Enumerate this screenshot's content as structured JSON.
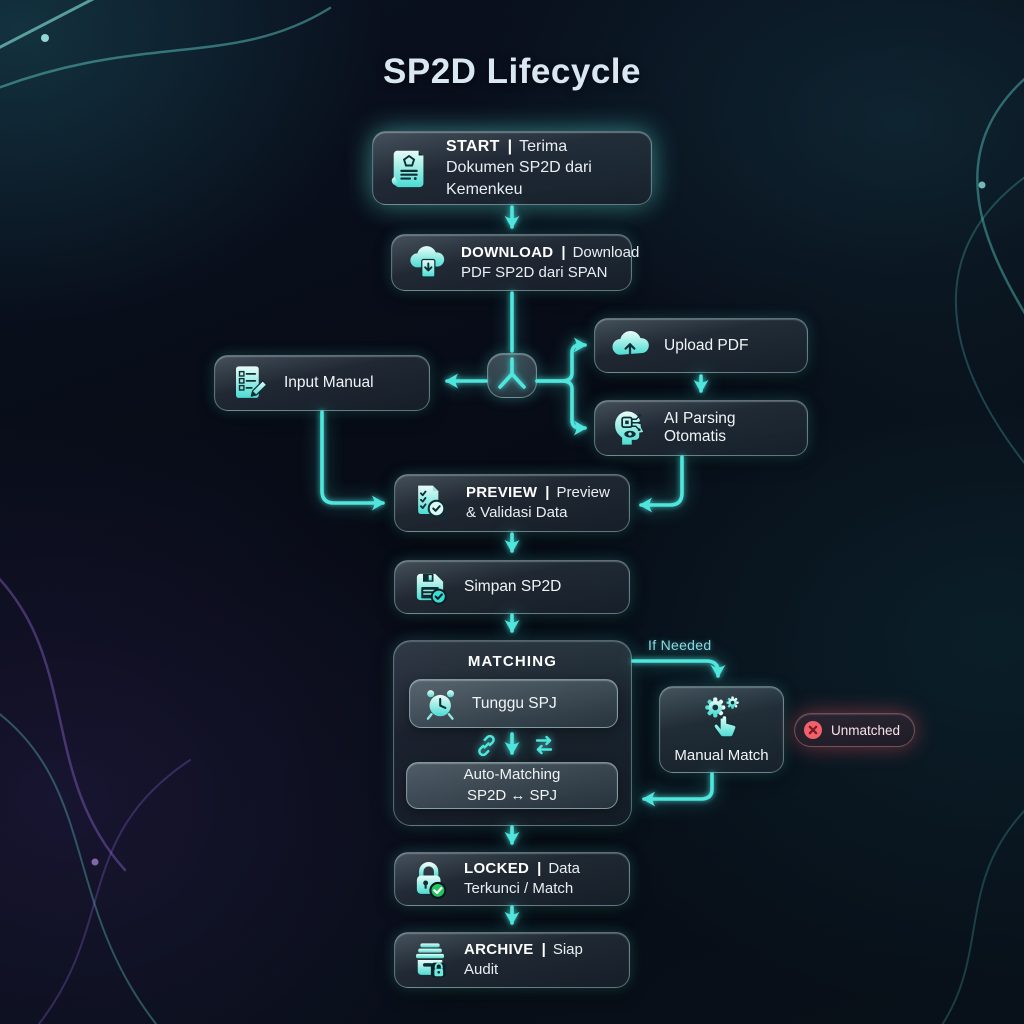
{
  "page": {
    "title": "SP2D Lifecycle"
  },
  "ui": {
    "pipe": "|"
  },
  "colors": {
    "accent": "#4ee6dd",
    "danger": "#f0616b",
    "success": "#22c55e",
    "title": "#d9e7f2"
  },
  "icons": {
    "start": "scroll-seal-icon",
    "download": "cloud-download-icon",
    "input_manual": "form-pencil-icon",
    "upload_pdf": "cloud-upload-icon",
    "ai_parsing": "ai-head-icon",
    "preview": "doc-magnifier-icon",
    "simpan": "floppy-check-icon",
    "tunggu": "alarm-clock-icon",
    "matching_row": [
      "chain-link-icon",
      "down-arrow-icon",
      "swap-arrows-icon"
    ],
    "manual_match": "gears-hand-icon",
    "unmatched": "x-circle-icon",
    "locked": "padlock-check-icon",
    "archive": "archive-lock-icon"
  },
  "nodes": {
    "start": {
      "title": "START",
      "desc": "Terima Dokumen SP2D dari Kemenkeu"
    },
    "download": {
      "title": "DOWNLOAD",
      "desc": "Download PDF SP2D dari SPAN"
    },
    "input_manual": {
      "label": "Input Manual"
    },
    "upload_pdf": {
      "label": "Upload PDF"
    },
    "ai_parsing": {
      "label": "AI Parsing Otomatis"
    },
    "preview": {
      "title": "PREVIEW",
      "desc": "Preview & Validasi Data"
    },
    "simpan": {
      "label": "Simpan SP2D"
    },
    "matching": {
      "title": "MATCHING",
      "tunggu_label": "Tunggu SPJ",
      "auto_line1": "Auto-Matching",
      "auto_line2": "SP2D ↔ SPJ"
    },
    "manual_match": {
      "label": "Manual Match"
    },
    "locked": {
      "title": "LOCKED",
      "desc": "Data Terkunci / Match"
    },
    "archive": {
      "title": "ARCHIVE",
      "desc": "Siap Audit"
    }
  },
  "badges": {
    "unmatched": {
      "label": "Unmatched"
    }
  },
  "edges": {
    "if_needed_label": "If Needed"
  }
}
